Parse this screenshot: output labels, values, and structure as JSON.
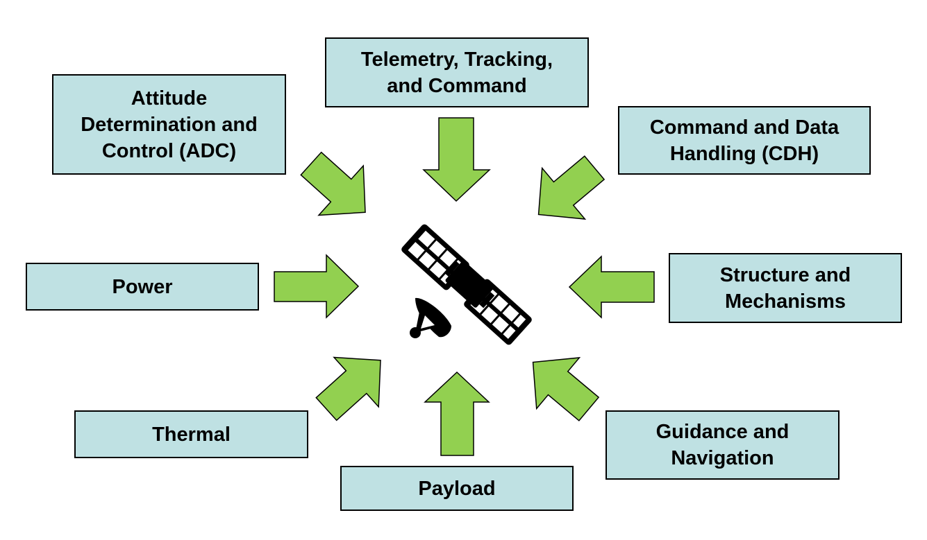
{
  "colors": {
    "box_fill": "#bfe1e3",
    "box_border": "#000000",
    "arrow_fill": "#92d050",
    "arrow_stroke": "#000000",
    "icon": "#000000"
  },
  "center_icon": "satellite-icon",
  "subsystems": [
    {
      "id": "telemetry",
      "label": "Telemetry, Tracking,\nand Command"
    },
    {
      "id": "adc",
      "label": "Attitude\nDetermination and\nControl (ADC)"
    },
    {
      "id": "cdh",
      "label": "Command and Data\nHandling (CDH)"
    },
    {
      "id": "power",
      "label": "Power"
    },
    {
      "id": "structure",
      "label": "Structure and\nMechanisms"
    },
    {
      "id": "thermal",
      "label": "Thermal"
    },
    {
      "id": "guidance",
      "label": "Guidance and\nNavigation"
    },
    {
      "id": "payload",
      "label": "Payload"
    }
  ]
}
